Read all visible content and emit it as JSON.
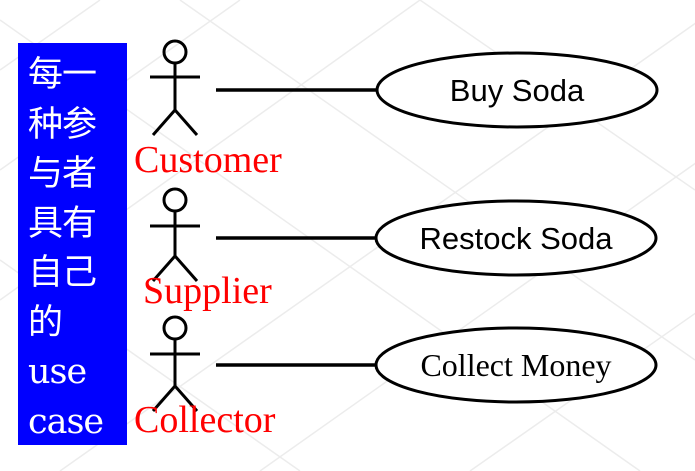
{
  "sidebar": {
    "lines": [
      "每一",
      "种参",
      "与者",
      "具有",
      "自己",
      "的",
      "use",
      "case"
    ],
    "background_color": "#0000ff",
    "text_color": "#ffffff"
  },
  "actors": [
    {
      "label": "Customer",
      "icon": "stick-figure-icon"
    },
    {
      "label": "Supplier",
      "icon": "stick-figure-icon"
    },
    {
      "label": "Collector",
      "icon": "stick-figure-icon"
    }
  ],
  "use_cases": [
    {
      "label": "Buy Soda"
    },
    {
      "label": "Restock Soda"
    },
    {
      "label": "Collect Money"
    }
  ],
  "colors": {
    "actor_label": "#ff0000",
    "lines": "#000000"
  }
}
